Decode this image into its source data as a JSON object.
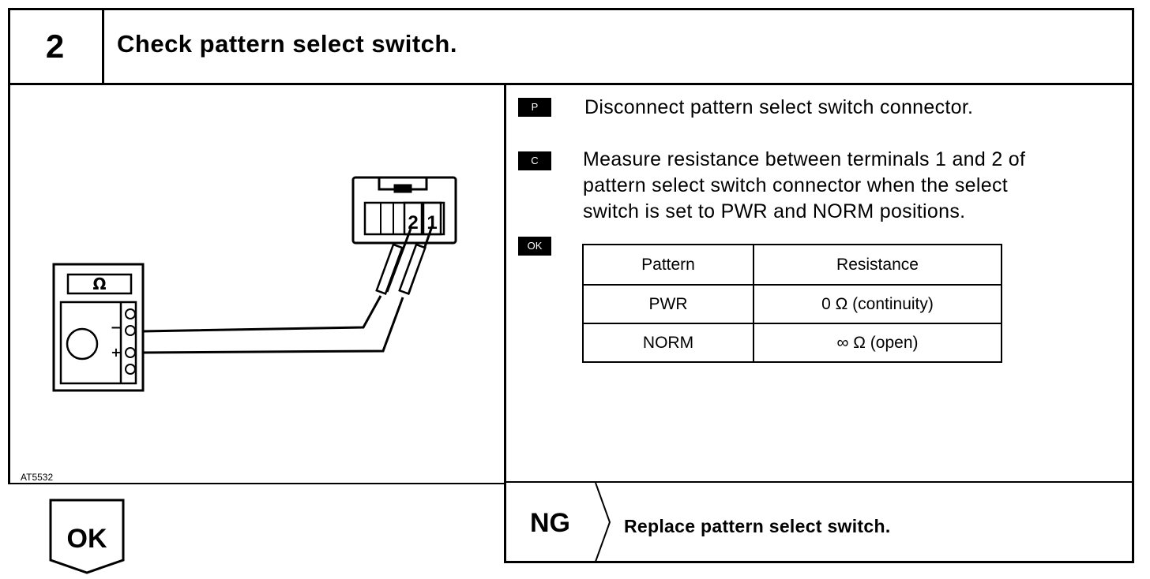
{
  "step": {
    "number": "2",
    "title": "Check pattern select switch."
  },
  "instructions": [
    {
      "marker": "P",
      "text": "Disconnect pattern select switch connector."
    },
    {
      "marker": "C",
      "lines": [
        "Measure resistance between terminals 1 and 2 of",
        "pattern select switch connector when the select",
        "switch is set to PWR and NORM positions."
      ]
    },
    {
      "marker": "OK"
    }
  ],
  "table": {
    "headers": [
      "Pattern",
      "Resistance"
    ],
    "rows": [
      [
        "PWR",
        "0 Ω (continuity)"
      ],
      [
        "NORM",
        "∞ Ω (open)"
      ]
    ]
  },
  "figure": {
    "id": "AT5532",
    "meter_symbol": "Ω",
    "minus": "−",
    "plus": "+",
    "terminals": [
      "2",
      "1"
    ]
  },
  "results": {
    "ok_label": "OK",
    "ng_label": "NG",
    "ng_action": "Replace pattern select switch."
  }
}
